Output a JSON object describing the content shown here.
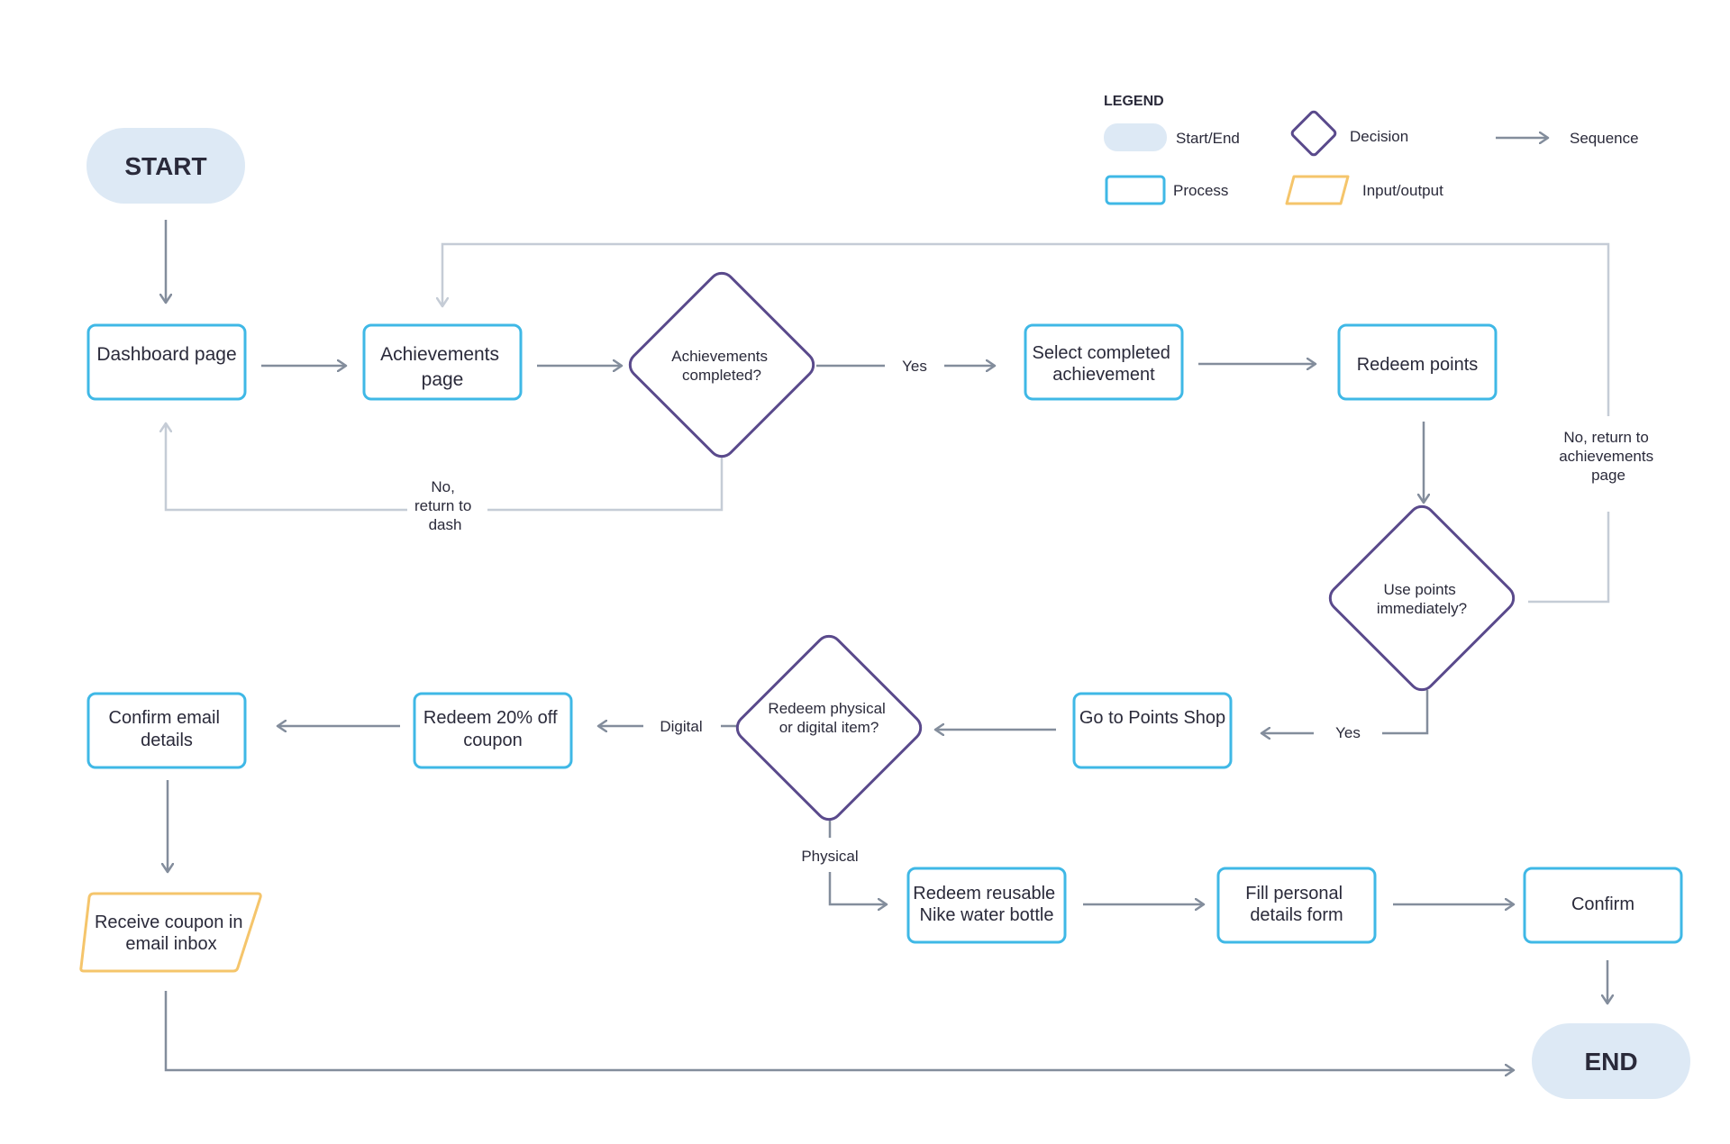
{
  "legend": {
    "title": "LEGEND",
    "start_end": "Start/End",
    "decision": "Decision",
    "sequence": "Sequence",
    "process": "Process",
    "input_output": "Input/output"
  },
  "colors": {
    "process_border": "#3fb8e6",
    "decision_border": "#5a4a8c",
    "io_border": "#f5c56b",
    "terminal_fill": "#dde9f5",
    "arrow": "#838d9c",
    "return_line": "#c5ccd6"
  },
  "nodes": {
    "start": "START",
    "end": "END",
    "dashboard": [
      "Dashboard page"
    ],
    "achievements": [
      "Achievements",
      "page"
    ],
    "achievements_completed": [
      "Achievements",
      "completed?"
    ],
    "select_completed": [
      "Select completed",
      "achievement"
    ],
    "redeem_points": [
      "Redeem points"
    ],
    "use_points": [
      "Use points",
      "immediately?"
    ],
    "go_points_shop": [
      "Go to Points Shop"
    ],
    "physical_or_digital": [
      "Redeem physical",
      "or digital item?"
    ],
    "redeem_coupon": [
      "Redeem 20% off",
      "coupon"
    ],
    "confirm_email": [
      "Confirm email",
      "details"
    ],
    "receive_coupon": [
      "Receive coupon in",
      "email inbox"
    ],
    "redeem_bottle": [
      "Redeem reusable",
      "Nike water bottle"
    ],
    "fill_details": [
      "Fill personal",
      "details form"
    ],
    "confirm": [
      "Confirm"
    ]
  },
  "edge_labels": {
    "yes_1": "Yes",
    "no_return_dash": [
      "No,",
      "return to",
      "dash"
    ],
    "no_return_achievements": [
      "No, return to",
      "achievements",
      "page"
    ],
    "yes_2": "Yes",
    "digital": "Digital",
    "physical": "Physical"
  }
}
